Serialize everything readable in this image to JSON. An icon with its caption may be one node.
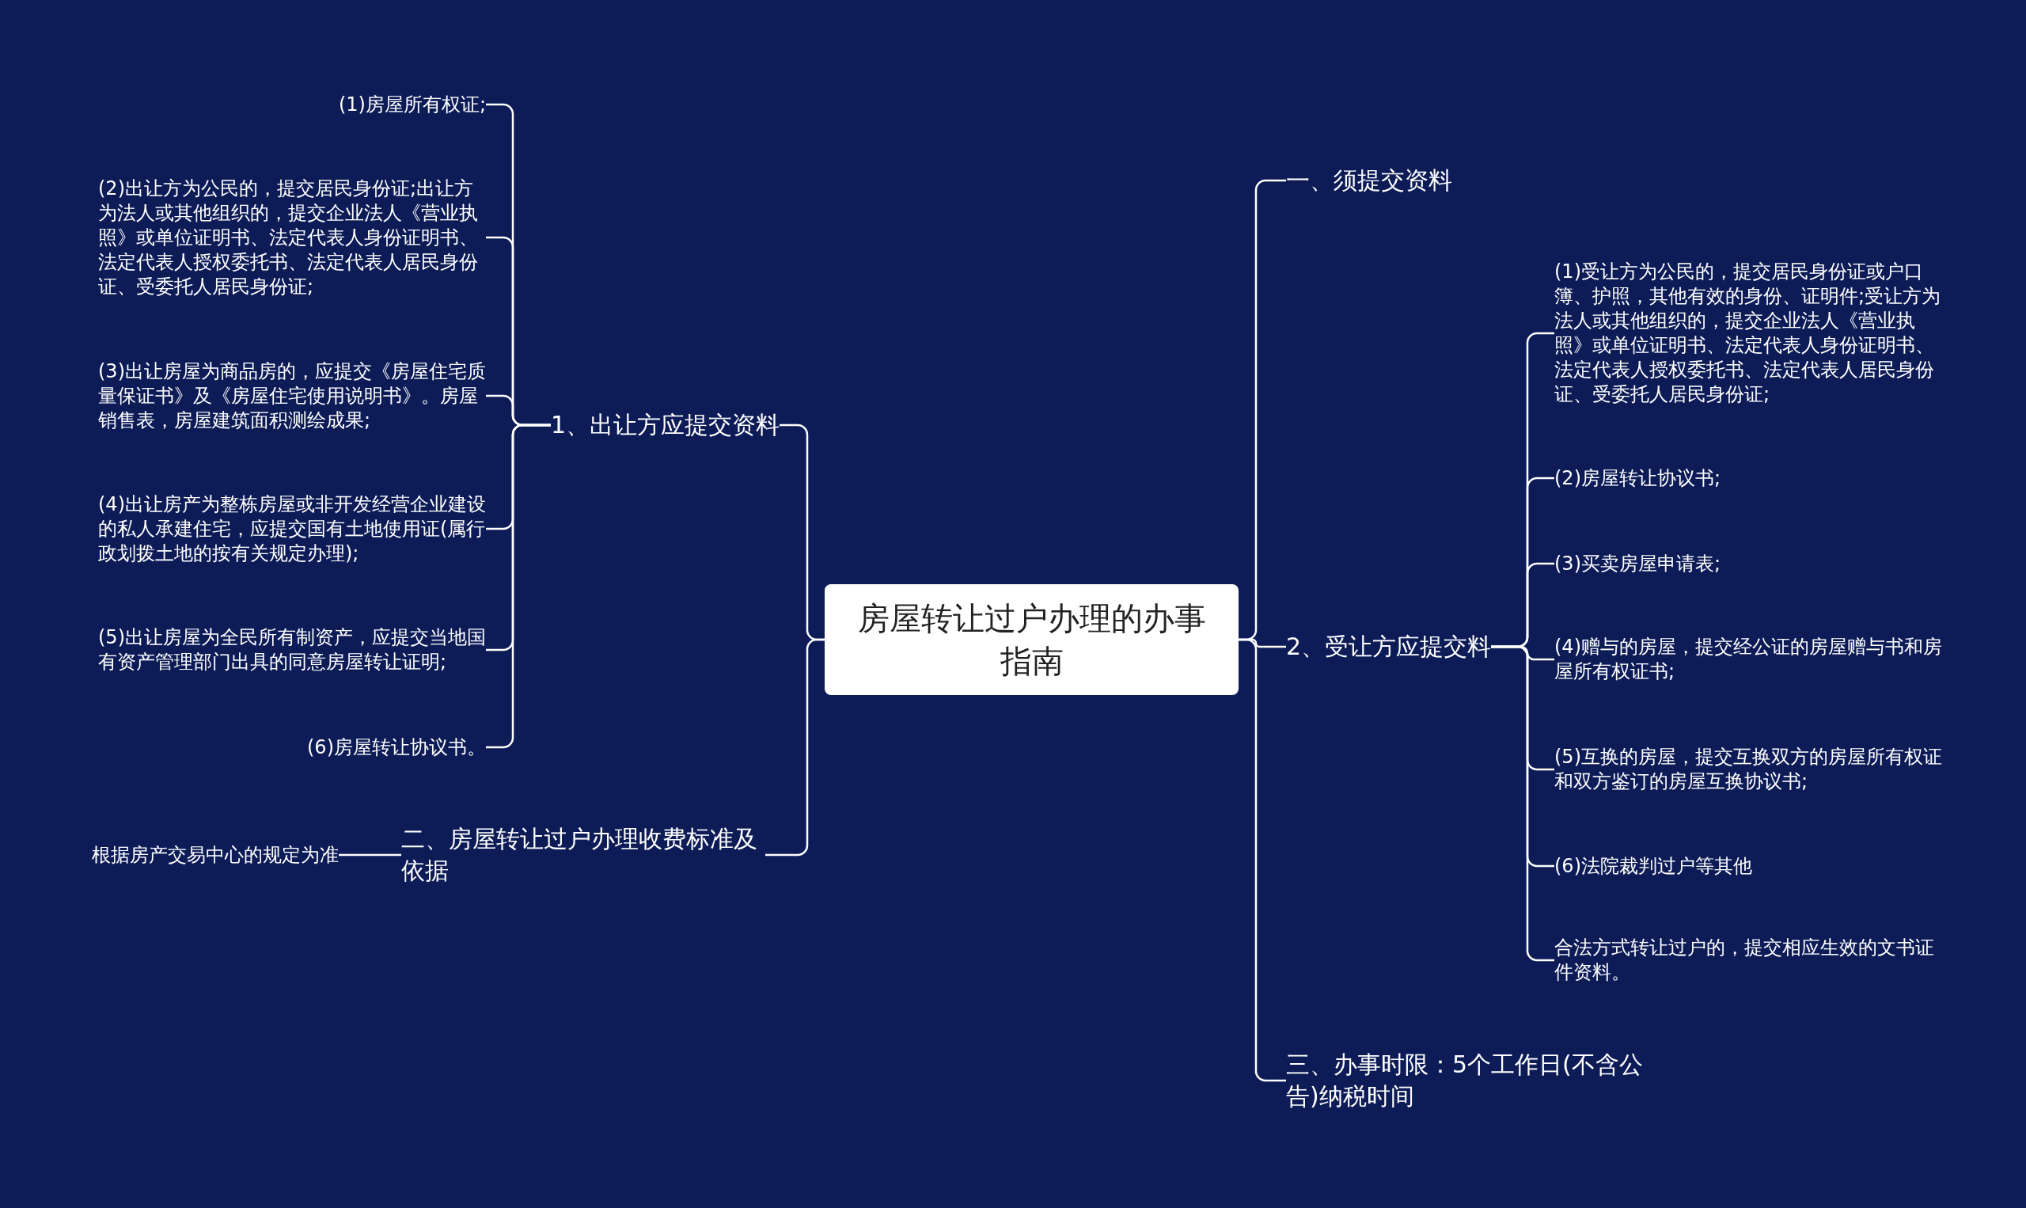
{
  "diagram": {
    "nodes": [
      {
        "text": [
          "房屋转让过户办理的办事指南"
        ]
      },
      {
        "text": [
          "1、出让方应提交资料"
        ]
      },
      {
        "text": [
          "(1)房屋所有权证;"
        ]
      },
      {
        "text": [
          "(2)出让方为公民的，提交居民身份证;出让方为法人或其他组织的，提交企业法人《营业执照》或单位证明书、法定代表人身份证明书、法定代表人授权委托书、法定代表人居民身份证、受委托人居民身份证;"
        ]
      },
      {
        "text": [
          "(3)出让房屋为商品房的，应提交《房屋住宅质量保证书》及《房屋住宅使用说明书》。房屋销售表，房屋建筑面积测绘成果;"
        ]
      },
      {
        "text": [
          "(4)出让房产为整栋房屋或非开发经营企业建设的私人承建住宅，应提交国有土地使用证(属行政划拨土地的按有关规定办理);"
        ]
      },
      {
        "text": [
          "(5)出让房屋为全民所有制资产，应提交当地国有资产管理部门出具的同意房屋转让证明;"
        ]
      },
      {
        "text": [
          "(6)房屋转让协议书。"
        ]
      },
      {
        "text": [
          "二、房屋转让过户办理收费标准及依据"
        ]
      },
      {
        "text": [
          "根据房产交易中心的规定为准"
        ]
      },
      {
        "text": [
          "一、须提交资料"
        ]
      },
      {
        "text": [
          "2、受让方应提交料"
        ]
      },
      {
        "text": [
          "(1)受让方为公民的，提交居民身份证或户口簿、护照，其他有效的身份、证明件;受让方为法人或其他组织的，提交企业法人《营业执照》或单位证明书、法定代表人身份证明书、法定代表人授权委托书、法定代表人居民身份证、受委托人居民身份证;"
        ]
      },
      {
        "text": [
          "(2)房屋转让协议书;"
        ]
      },
      {
        "text": [
          "(3)买卖房屋申请表;"
        ]
      },
      {
        "text": [
          "(4)赠与的房屋，提交经公证的房屋赠与书和房屋所有权证书;"
        ]
      },
      {
        "text": [
          "(5)互换的房屋，提交互换双方的房屋所有权证和双方鉴订的房屋互换协议书;"
        ]
      },
      {
        "text": [
          "(6)法院裁判过户等其他"
        ]
      },
      {
        "text": [
          "合法方式转让过户的，提交相应生效的文书证件资料。"
        ]
      },
      {
        "text": [
          "三、办事时限：5个工作日(不含公告)纳税时间"
        ]
      }
    ],
    "edges": [
      {
        "from": 0,
        "to": 1,
        "arrow": "none"
      },
      {
        "from": 1,
        "to": 2,
        "arrow": "none"
      },
      {
        "from": 1,
        "to": 3,
        "arrow": "none"
      },
      {
        "from": 1,
        "to": 4,
        "arrow": "none"
      },
      {
        "from": 1,
        "to": 5,
        "arrow": "none"
      },
      {
        "from": 1,
        "to": 6,
        "arrow": "none"
      },
      {
        "from": 1,
        "to": 7,
        "arrow": "none"
      },
      {
        "from": 0,
        "to": 8,
        "arrow": "none"
      },
      {
        "from": 8,
        "to": 9,
        "arrow": "none"
      },
      {
        "from": 0,
        "to": 10,
        "arrow": "none"
      },
      {
        "from": 0,
        "to": 11,
        "arrow": "none"
      },
      {
        "from": 11,
        "to": 12,
        "arrow": "none"
      },
      {
        "from": 11,
        "to": 13,
        "arrow": "none"
      },
      {
        "from": 11,
        "to": 14,
        "arrow": "none"
      },
      {
        "from": 11,
        "to": 15,
        "arrow": "none"
      },
      {
        "from": 11,
        "to": 16,
        "arrow": "none"
      },
      {
        "from": 11,
        "to": 17,
        "arrow": "none"
      },
      {
        "from": 11,
        "to": 18,
        "arrow": "none"
      },
      {
        "from": 0,
        "to": 19,
        "arrow": "none"
      }
    ]
  }
}
